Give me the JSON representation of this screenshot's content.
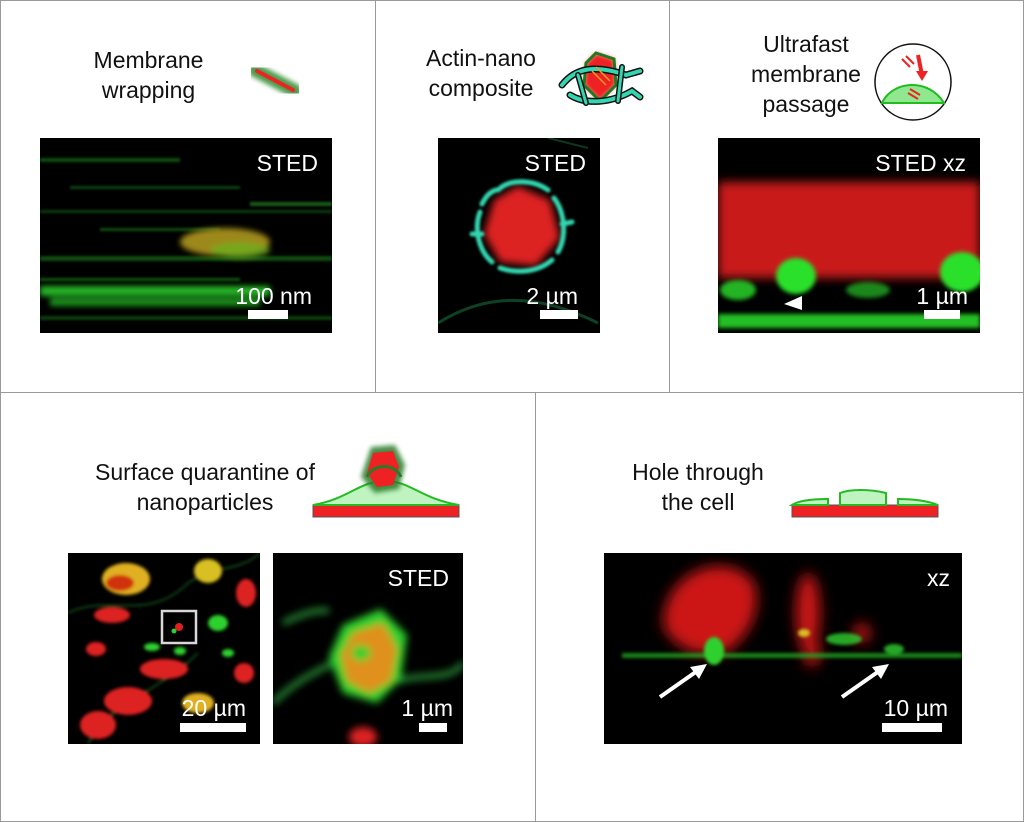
{
  "colors": {
    "green": "#22dd22",
    "red": "#ee2222",
    "cyan": "#33d6b0",
    "orange": "#e8a020",
    "border": "#9a9a9a"
  },
  "panels": [
    {
      "title": "Membrane\nwrapping",
      "icon": "nanorod-wrapped-icon",
      "images": [
        {
          "corner_label": "STED",
          "scale_label": "100 nm"
        }
      ]
    },
    {
      "title": "Actin-nano\ncomposite",
      "icon": "actin-nanoparticle-composite-icon",
      "images": [
        {
          "corner_label": "STED",
          "scale_label": "2 µm"
        }
      ]
    },
    {
      "title": "Ultrafast\nmembrane\npassage",
      "icon": "cell-membrane-passage-icon",
      "images": [
        {
          "corner_label": "STED xz",
          "scale_label": "1 µm"
        }
      ]
    },
    {
      "title": "Surface quarantine of\nnanoparticles",
      "icon": "surface-quarantine-icon",
      "images": [
        {
          "corner_label": "",
          "scale_label": "20 µm"
        },
        {
          "corner_label": "STED",
          "scale_label": "1 µm"
        }
      ]
    },
    {
      "title": "Hole through\nthe cell",
      "icon": "cell-hole-icon",
      "images": [
        {
          "corner_label": "xz",
          "scale_label": "10 µm"
        }
      ]
    }
  ]
}
